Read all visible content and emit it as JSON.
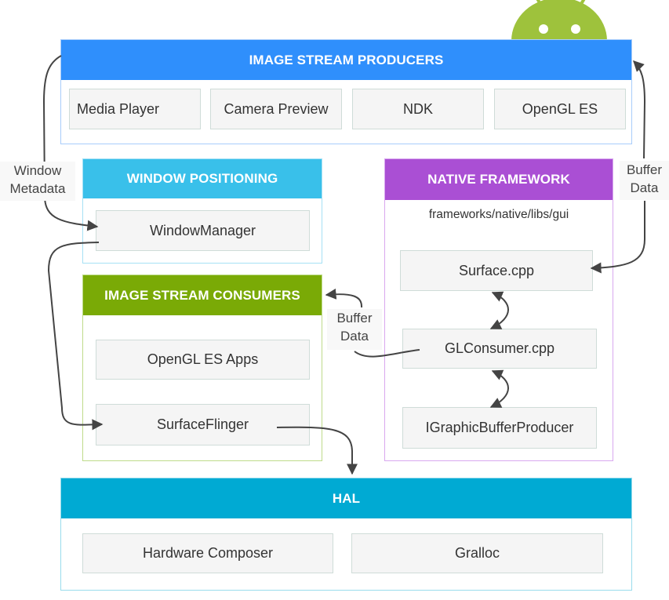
{
  "colors": {
    "producers": "#2f8ffc",
    "window_positioning": "#39c0ea",
    "consumers": "#7aaa06",
    "native_framework": "#aa4fd4",
    "hal": "#00aad3",
    "android": "#9ec23c",
    "arrow": "#444444"
  },
  "groups": {
    "producers": {
      "title": "IMAGE STREAM PRODUCERS",
      "items": [
        "Media Player",
        "Camera Preview",
        "NDK",
        "OpenGL ES"
      ]
    },
    "window_positioning": {
      "title": "WINDOW POSITIONING",
      "items": [
        "WindowManager"
      ]
    },
    "consumers": {
      "title": "IMAGE STREAM CONSUMERS",
      "items": [
        "OpenGL ES Apps",
        "SurfaceFlinger"
      ]
    },
    "native_framework": {
      "title": "NATIVE FRAMEWORK",
      "path": "frameworks/native/libs/gui",
      "items": [
        "Surface.cpp",
        "GLConsumer.cpp",
        "IGraphicBufferProducer"
      ]
    },
    "hal": {
      "title": "HAL",
      "items": [
        "Hardware Composer",
        "Gralloc"
      ]
    }
  },
  "edge_labels": {
    "window_metadata": [
      "Window",
      "Metadata"
    ],
    "buffer_data_right": [
      "Buffer",
      "Data"
    ],
    "buffer_data_middle": [
      "Buffer",
      "Data"
    ]
  },
  "decoration": {
    "logo": "android-robot-icon"
  }
}
